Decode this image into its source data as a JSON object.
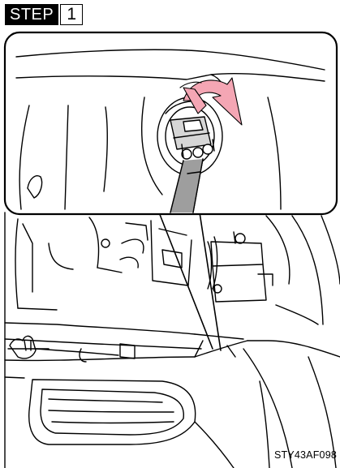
{
  "step": {
    "label": "STEP",
    "number": "1"
  },
  "image_code": "STY43AF098",
  "colors": {
    "arrow": "#f4a6b4",
    "line": "#000000",
    "connector": "#bdbdbd",
    "cable": "#9e9e9e",
    "background": "#ffffff"
  }
}
